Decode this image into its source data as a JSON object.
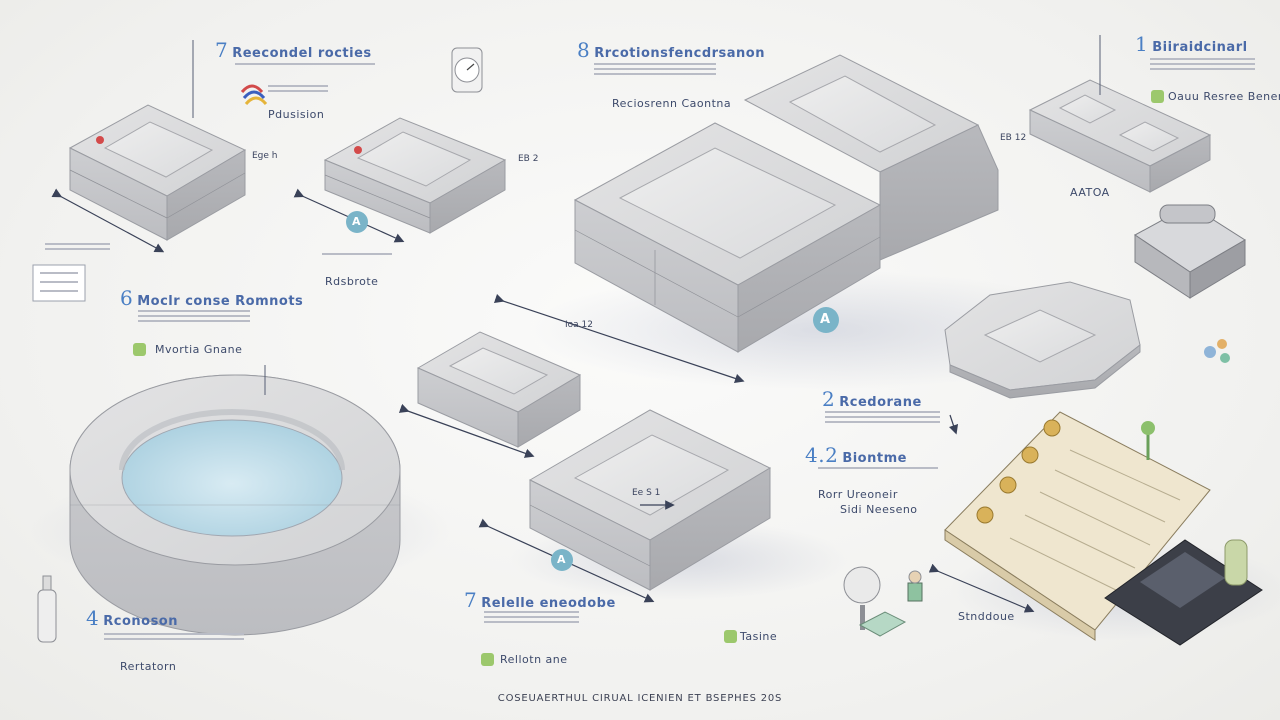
{
  "sections": {
    "s7": {
      "num": "7",
      "title": "Reecondel rocties"
    },
    "s8": {
      "num": "8",
      "title": "Rrcotionsfencdrsanon"
    },
    "s1": {
      "num": "1",
      "title": "Biiraidcinarl"
    },
    "s6": {
      "num": "6",
      "title": "Moclr conse Romnots"
    },
    "s2": {
      "num": "2",
      "title": "Rcedorane"
    },
    "s4b": {
      "num": "4.2",
      "title": "Biontme"
    },
    "s4": {
      "num": "4",
      "title": "Rconoson"
    },
    "s5": {
      "num": "7",
      "title": "Relelle eneodobe"
    }
  },
  "labels": {
    "pdusision": "Pdusision",
    "rdsbrote": "Rdsbrote",
    "aatoa": "AATOA",
    "mhta_ome": "Mvortia Gnane",
    "ouu_resee": "Oauu Resree Beneme",
    "red_note": "Reciosrenn Caontna",
    "sar_unotn": "Rorr Ureoneir",
    "sendouoe": "Stnddoue",
    "sdsvdans": "Sidi Neeseno",
    "rertatorn": "Rertatorn",
    "reccta": "Rellotn ane",
    "tasine": "Tasine"
  },
  "measurements": {
    "m1": "Ege h",
    "m2": "EB 2",
    "m3": "Ioa 12",
    "m4": "EB 12",
    "m5": "Ee S 1"
  },
  "markers": {
    "a": "A"
  },
  "footer": "COSEUAERTHUL CIRUAL ICENIEN ET BSEPHES 20S"
}
